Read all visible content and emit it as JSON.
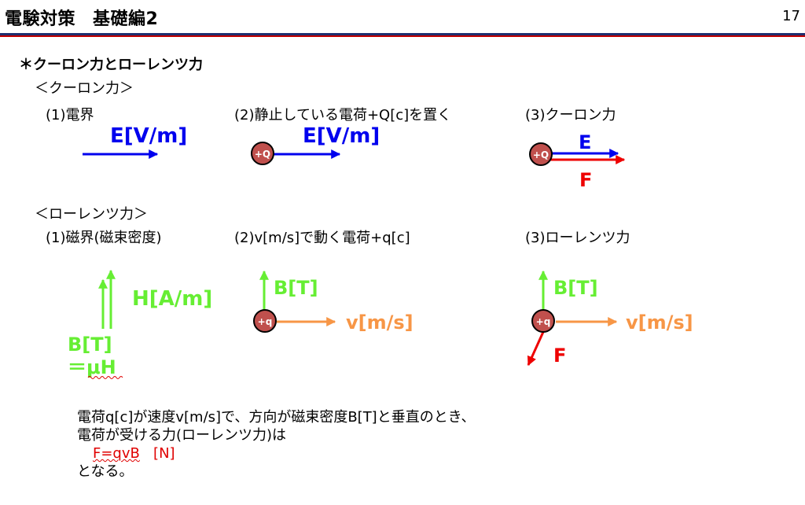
{
  "header": {
    "title_a": "電験対策",
    "title_b": "基礎編2",
    "page_number": "17"
  },
  "section_title": "＊クーロン力とローレンツ力",
  "coulomb": {
    "heading": "＜クーロン力＞",
    "step1": "(1)電界",
    "step2": "(2)静止している電荷+Q[c]を置く",
    "step3": "(3)クーロン力",
    "field_label_1": "E[V/m]",
    "field_label_2": "E[V/m]",
    "charge": "+Q",
    "charge_3": "+Q",
    "e_label": "E",
    "f_label": "F"
  },
  "lorentz": {
    "heading": "＜ローレンツ力＞",
    "step1": "(1)磁界(磁束密度)",
    "step2": "(2)v[m/s]で動く電荷+q[c]",
    "step3": "(3)ローレンツ力",
    "h_label": "H[A/m]",
    "b_label": "B[T]",
    "b_eq": "＝μH",
    "b_label_2": "B[T]",
    "v_label_2": "v[m/s]",
    "charge_2": "+q",
    "b_label_3": "B[T]",
    "v_label_3": "v[m/s]",
    "charge_3": "+q",
    "f_label_3": "F"
  },
  "footer": {
    "line1": "電荷q[c]が速度v[m/s]で、方向が磁束密度B[T]と垂直のとき、",
    "line2": "電荷が受ける力(ローレンツ力)は",
    "formula": "F=qvB",
    "formula_unit": "[N]",
    "line4": "となる。"
  },
  "colors": {
    "blue": "#0000ee",
    "red": "#ee0000",
    "green": "#66ee33",
    "orange": "#f79646",
    "charge_fill": "#c0504d",
    "header_blue": "#1f2f6f",
    "header_red": "#c00000"
  }
}
